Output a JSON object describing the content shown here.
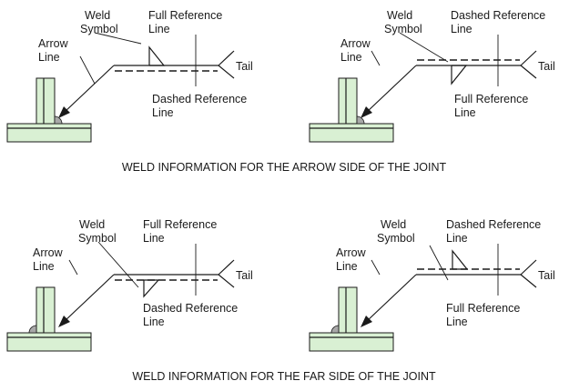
{
  "panels": [
    {
      "id": "arrow-side-full-top",
      "labels": {
        "weld_symbol": [
          "Weld",
          "Symbol"
        ],
        "top_ref": [
          "Full Reference",
          "Line"
        ],
        "arrow_line": [
          "Arrow",
          "Line"
        ],
        "tail": "Tail",
        "bottom_ref": [
          "Dashed Reference",
          "Line"
        ]
      }
    },
    {
      "id": "arrow-side-dashed-top",
      "labels": {
        "weld_symbol": [
          "Weld",
          "Symbol"
        ],
        "top_ref": [
          "Dashed Reference",
          "Line"
        ],
        "arrow_line": [
          "Arrow",
          "Line"
        ],
        "tail": "Tail",
        "bottom_ref": [
          "Full Reference",
          "Line"
        ]
      }
    },
    {
      "id": "far-side-full-top",
      "labels": {
        "weld_symbol": [
          "Weld",
          "Symbol"
        ],
        "top_ref": [
          "Full Reference",
          "Line"
        ],
        "arrow_line": [
          "Arrow",
          "Line"
        ],
        "tail": "Tail",
        "bottom_ref": [
          "Dashed Reference",
          "Line"
        ]
      }
    },
    {
      "id": "far-side-dashed-top",
      "labels": {
        "weld_symbol": [
          "Weld",
          "Symbol"
        ],
        "top_ref": [
          "Dashed Reference",
          "Line"
        ],
        "arrow_line": [
          "Arrow",
          "Line"
        ],
        "tail": "Tail",
        "bottom_ref": [
          "Full Reference",
          "Line"
        ]
      }
    }
  ],
  "captions": {
    "arrow_side": "WELD INFORMATION FOR THE ARROW SIDE OF THE JOINT",
    "far_side": "WELD INFORMATION FOR THE FAR SIDE OF THE JOINT"
  }
}
